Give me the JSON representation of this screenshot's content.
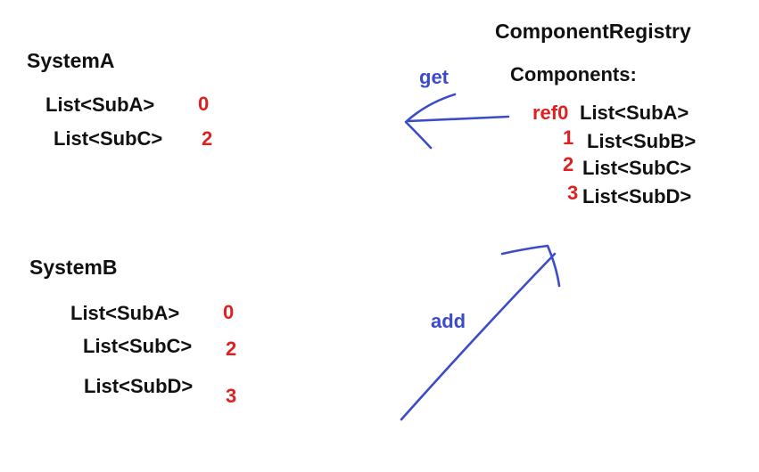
{
  "system_a": {
    "title": "SystemA",
    "items": [
      {
        "label": "List<SubA>",
        "ref": "0"
      },
      {
        "label": "List<SubC>",
        "ref": "2"
      }
    ]
  },
  "system_b": {
    "title": "SystemB",
    "items": [
      {
        "label": "List<SubA>",
        "ref": "0"
      },
      {
        "label": "List<SubC>",
        "ref": "2"
      },
      {
        "label": "List<SubD>",
        "ref": "3"
      }
    ]
  },
  "registry": {
    "title": "ComponentRegistry",
    "components_label": "Components:",
    "items": [
      {
        "ref": "ref0",
        "label": "List<SubA>"
      },
      {
        "ref": "1",
        "label": "List<SubB>"
      },
      {
        "ref": "2",
        "label": "List<SubC>"
      },
      {
        "ref": "3",
        "label": "List<SubD>"
      }
    ]
  },
  "arrows": {
    "get_label": "get",
    "add_label": "add"
  },
  "colors": {
    "text": "#111111",
    "ref_numbers": "#e02020",
    "arrows": "#3c4cc8"
  }
}
